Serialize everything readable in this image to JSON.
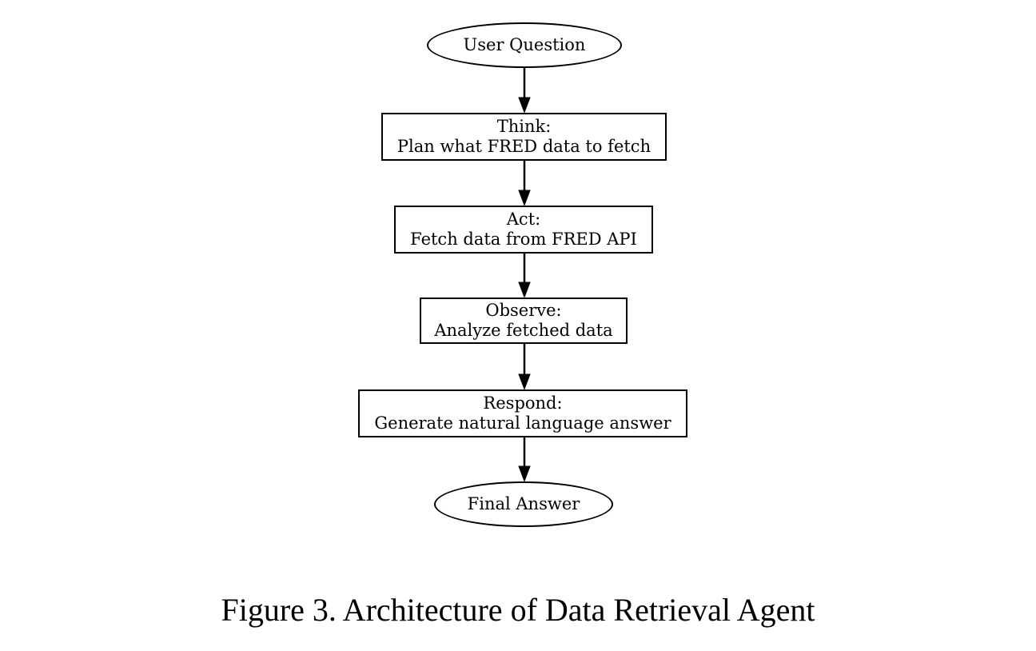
{
  "figure": {
    "caption": "Figure 3. Architecture of Data Retrieval Agent",
    "colors": {
      "background": "#ffffff",
      "stroke": "#000000",
      "text": "#000000"
    }
  },
  "diagram": {
    "type": "flowchart",
    "direction": "top-to-bottom",
    "nodes": [
      {
        "id": "user_question",
        "shape": "ellipse",
        "line1": "User Question"
      },
      {
        "id": "think",
        "shape": "rect",
        "line1": "Think:",
        "line2": "Plan what FRED data to fetch"
      },
      {
        "id": "act",
        "shape": "rect",
        "line1": "Act:",
        "line2": "Fetch data from FRED API"
      },
      {
        "id": "observe",
        "shape": "rect",
        "line1": "Observe:",
        "line2": "Analyze fetched data"
      },
      {
        "id": "respond",
        "shape": "rect",
        "line1": "Respond:",
        "line2": "Generate natural language answer"
      },
      {
        "id": "final_answer",
        "shape": "ellipse",
        "line1": "Final Answer"
      }
    ],
    "edges": [
      {
        "from": "user_question",
        "to": "think"
      },
      {
        "from": "think",
        "to": "act"
      },
      {
        "from": "act",
        "to": "observe"
      },
      {
        "from": "observe",
        "to": "respond"
      },
      {
        "from": "respond",
        "to": "final_answer"
      }
    ]
  }
}
